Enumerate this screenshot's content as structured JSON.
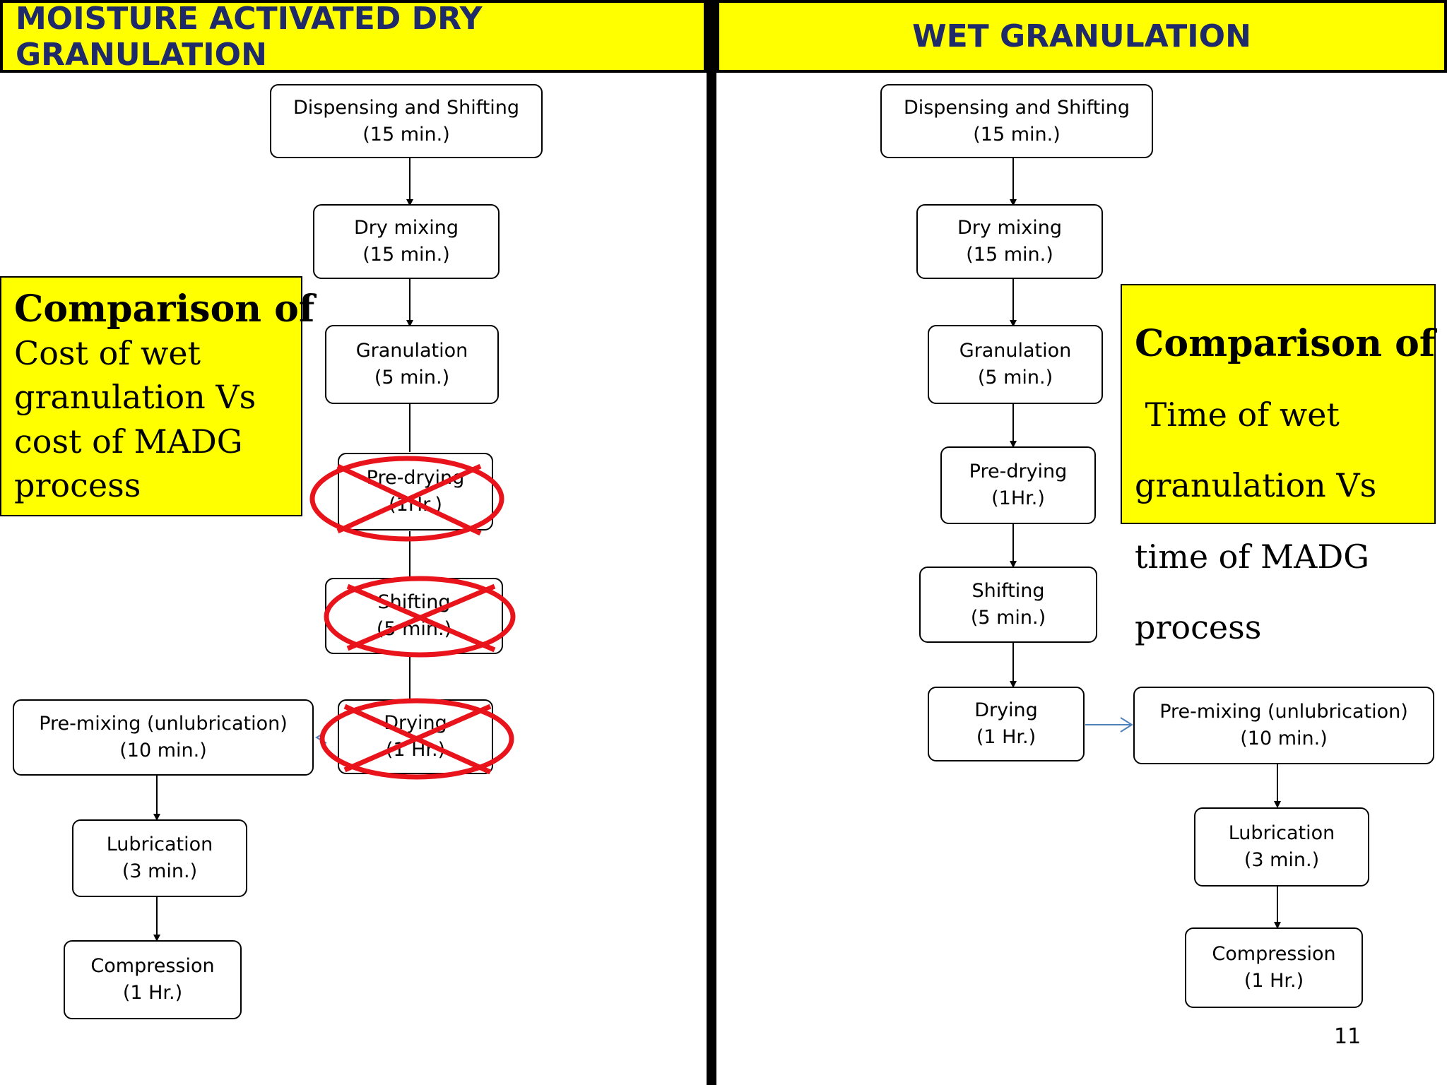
{
  "headers": {
    "left": "MOISTURE ACTIVATED DRY GRANULATION",
    "right": "WET GRANULATION"
  },
  "madg": {
    "dispensing": {
      "line1": "Dispensing and Shifting",
      "line2": "(15 min.)"
    },
    "dry_mixing": {
      "line1": "Dry mixing",
      "line2": "(15 min.)"
    },
    "granulation": {
      "line1": "Granulation",
      "line2": "(5 min.)"
    },
    "pre_drying": {
      "line1": "Pre-drying",
      "line2": "(1Hr.)"
    },
    "shifting": {
      "line1": "Shifting",
      "line2": "(5 min.)"
    },
    "drying": {
      "line1": "Drying",
      "line2": "(1 Hr.)"
    },
    "pre_mixing": {
      "line1": "Pre-mixing (unlubrication)",
      "line2": "(10 min.)"
    },
    "lubrication": {
      "line1": "Lubrication",
      "line2": "(3 min.)"
    },
    "compression": {
      "line1": "Compression",
      "line2": "(1 Hr.)"
    }
  },
  "wet": {
    "dispensing": {
      "line1": "Dispensing and Shifting",
      "line2": "(15 min.)"
    },
    "dry_mixing": {
      "line1": "Dry mixing",
      "line2": "(15 min.)"
    },
    "granulation": {
      "line1": "Granulation",
      "line2": "(5 min.)"
    },
    "pre_drying": {
      "line1": "Pre-drying",
      "line2": "(1Hr.)"
    },
    "shifting": {
      "line1": "Shifting",
      "line2": "(5 min.)"
    },
    "drying": {
      "line1": "Drying",
      "line2": "(1 Hr.)"
    },
    "pre_mixing": {
      "line1": "Pre-mixing (unlubrication)",
      "line2": "(10 min.)"
    },
    "lubrication": {
      "line1": "Lubrication",
      "line2": "(3 min.)"
    },
    "compression": {
      "line1": "Compression",
      "line2": "(1 Hr.)"
    }
  },
  "callouts": {
    "cost": {
      "title": "Comparison of",
      "lines": [
        "Cost of wet",
        "granulation Vs",
        "cost of MADG",
        "process"
      ]
    },
    "time": {
      "title": "Comparison of",
      "lines": [
        " Time of wet",
        "granulation Vs",
        "time of MADG",
        "process"
      ]
    }
  },
  "page_number": "11",
  "colors": {
    "header_bg": "#ffff00",
    "header_text": "#1f2a6b",
    "cross_mark": "#e8131b",
    "side_arrow": "#4f81bd"
  }
}
